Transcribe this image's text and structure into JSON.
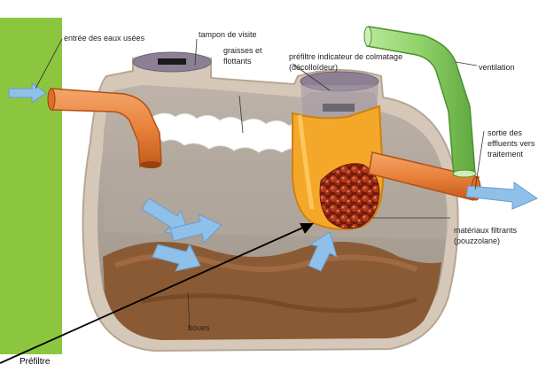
{
  "labels": {
    "entree": "entrée des eaux usées",
    "tampon": "tampon de visite",
    "graisses": "graisses et flottants",
    "prefiltre_indicateur": "préfiltre indicateur de colmatage (décolloïdeur)",
    "ventilation": "ventilation",
    "sortie": "sortie des effluents vers traitement",
    "materiaux": "matériaux filtrants (pouzzolane)",
    "boues": "boues",
    "prefiltre": "Préfiltre"
  },
  "colors": {
    "green_strip": "#8cc63f",
    "tank_outline": "#c9b8a8",
    "tank_wall": "#d6c8b9",
    "tank_inner": "#a89e93",
    "sludge": "#8a5a34",
    "pipe_orange": "#e9823c",
    "vent_green": "#8fd16a",
    "arrow_blue": "#8fc0ea",
    "filter_yellow": "#f3a82a",
    "pebbles": "#a02a14"
  },
  "icons": [
    "flow-arrow-icon"
  ]
}
